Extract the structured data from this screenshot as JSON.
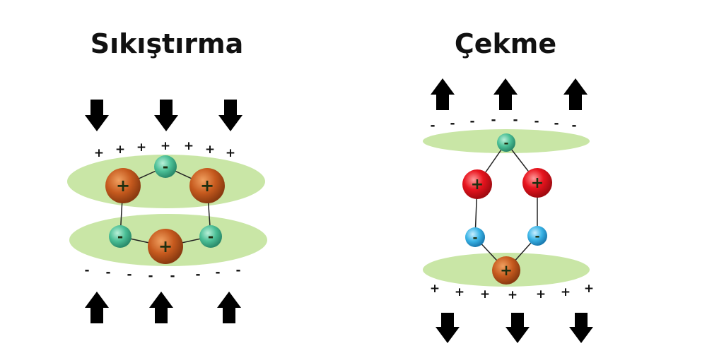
{
  "panels": [
    {
      "key": "compression",
      "title": "Sıkıştırma",
      "top_charges": [
        "+",
        "+",
        "+",
        "+",
        "+",
        "+",
        "+"
      ],
      "bottom_charges": [
        "-",
        "-",
        "-",
        "-",
        "-",
        "-",
        "-",
        "-"
      ],
      "ions": [
        {
          "sign": "+",
          "kind": "cation"
        },
        {
          "sign": "-",
          "kind": "anion"
        },
        {
          "sign": "+",
          "kind": "cation"
        },
        {
          "sign": "-",
          "kind": "anion"
        },
        {
          "sign": "+",
          "kind": "cation"
        },
        {
          "sign": "-",
          "kind": "anion"
        }
      ]
    },
    {
      "key": "tension",
      "title": "Çekme",
      "top_charges": [
        "-",
        "-",
        "-",
        "-",
        "-",
        "-",
        "-",
        "-"
      ],
      "bottom_charges": [
        "+",
        "+",
        "+",
        "+",
        "+",
        "+",
        "+",
        "+"
      ],
      "ions": [
        {
          "sign": "-",
          "kind": "anion-green"
        },
        {
          "sign": "+",
          "kind": "cation-red"
        },
        {
          "sign": "+",
          "kind": "cation-red"
        },
        {
          "sign": "-",
          "kind": "anion-blue"
        },
        {
          "sign": "-",
          "kind": "anion-blue"
        },
        {
          "sign": "+",
          "kind": "cation"
        }
      ]
    }
  ],
  "colors": {
    "plate": "#c9e6a6",
    "arrow": "#000000",
    "bond": "#222222",
    "cation": "#c0561c",
    "cation_red": "#e3161e",
    "anion_green": "#4bbf96",
    "anion_blue": "#3ab4e6"
  }
}
